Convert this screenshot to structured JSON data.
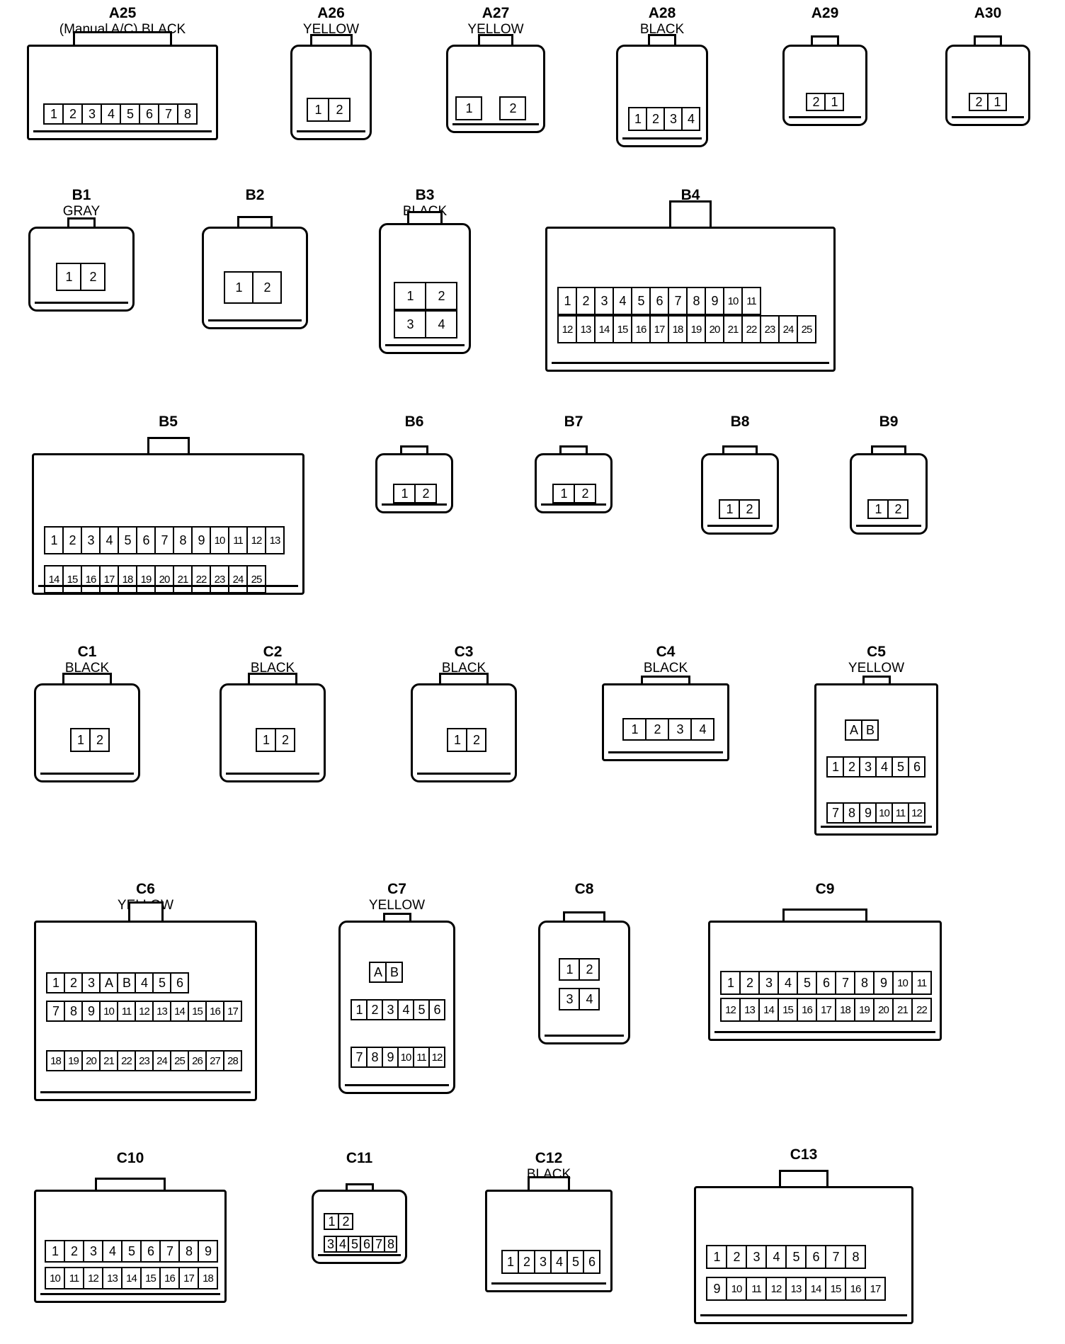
{
  "connectors": [
    {
      "id": "A25",
      "sub": "(Manual A/C)  BLACK",
      "rows": [
        [
          "1",
          "2",
          "3",
          "4",
          "5",
          "6",
          "7",
          "8"
        ]
      ]
    },
    {
      "id": "A26",
      "sub": "YELLOW",
      "rows": [
        [
          "1",
          "2"
        ]
      ]
    },
    {
      "id": "A27",
      "sub": "YELLOW",
      "rows": [
        [
          "1",
          "2"
        ]
      ]
    },
    {
      "id": "A28",
      "sub": "BLACK",
      "rows": [
        [
          "1",
          "2",
          "3",
          "4"
        ]
      ]
    },
    {
      "id": "A29",
      "sub": "",
      "rows": [
        [
          "2",
          "1"
        ]
      ]
    },
    {
      "id": "A30",
      "sub": "",
      "rows": [
        [
          "2",
          "1"
        ]
      ]
    },
    {
      "id": "B1",
      "sub": "GRAY",
      "rows": [
        [
          "1",
          "2"
        ]
      ]
    },
    {
      "id": "B2",
      "sub": "",
      "rows": [
        [
          "1",
          "2"
        ]
      ]
    },
    {
      "id": "B3",
      "sub": "BLACK",
      "rows": [
        [
          "1",
          "2"
        ],
        [
          "3",
          "4"
        ]
      ]
    },
    {
      "id": "B4",
      "sub": "",
      "rows": [
        [
          "1",
          "2",
          "3",
          "4",
          "5",
          "6",
          "7",
          "8",
          "9",
          "10",
          "11"
        ],
        [
          "12",
          "13",
          "14",
          "15",
          "16",
          "17",
          "18",
          "19",
          "20",
          "21",
          "22",
          "23",
          "24",
          "25"
        ]
      ]
    },
    {
      "id": "B5",
      "sub": "",
      "rows": [
        [
          "1",
          "2",
          "3",
          "4",
          "5",
          "6",
          "7",
          "8",
          "9",
          "10",
          "11",
          "12",
          "13"
        ],
        [
          "14",
          "15",
          "16",
          "17",
          "18",
          "19",
          "20",
          "21",
          "22",
          "23",
          "24",
          "25"
        ]
      ]
    },
    {
      "id": "B6",
      "sub": "",
      "rows": [
        [
          "1",
          "2"
        ]
      ]
    },
    {
      "id": "B7",
      "sub": "",
      "rows": [
        [
          "1",
          "2"
        ]
      ]
    },
    {
      "id": "B8",
      "sub": "",
      "rows": [
        [
          "1",
          "2"
        ]
      ]
    },
    {
      "id": "B9",
      "sub": "",
      "rows": [
        [
          "1",
          "2"
        ]
      ]
    },
    {
      "id": "C1",
      "sub": "BLACK",
      "rows": [
        [
          "1",
          "2"
        ]
      ]
    },
    {
      "id": "C2",
      "sub": "BLACK",
      "rows": [
        [
          "1",
          "2"
        ]
      ]
    },
    {
      "id": "C3",
      "sub": "BLACK",
      "rows": [
        [
          "1",
          "2"
        ]
      ]
    },
    {
      "id": "C4",
      "sub": "BLACK",
      "rows": [
        [
          "1",
          "2",
          "3",
          "4"
        ]
      ]
    },
    {
      "id": "C5",
      "sub": "YELLOW",
      "rows": [
        [
          "A",
          "B"
        ],
        [
          "1",
          "2",
          "3",
          "4",
          "5",
          "6"
        ],
        [
          "7",
          "8",
          "9",
          "10",
          "11",
          "12"
        ]
      ]
    },
    {
      "id": "C6",
      "sub": "YELLOW",
      "rows": [
        [
          "1",
          "2",
          "3",
          "A",
          "B",
          "4",
          "5",
          "6"
        ],
        [
          "7",
          "8",
          "9",
          "10",
          "11",
          "12",
          "13",
          "14",
          "15",
          "16",
          "17"
        ],
        [
          "18",
          "19",
          "20",
          "21",
          "22",
          "23",
          "24",
          "25",
          "26",
          "27",
          "28"
        ]
      ]
    },
    {
      "id": "C7",
      "sub": "YELLOW",
      "rows": [
        [
          "A",
          "B"
        ],
        [
          "1",
          "2",
          "3",
          "4",
          "5",
          "6"
        ],
        [
          "7",
          "8",
          "9",
          "10",
          "11",
          "12"
        ]
      ]
    },
    {
      "id": "C8",
      "sub": "",
      "rows": [
        [
          "1",
          "2"
        ],
        [
          "3",
          "4"
        ]
      ]
    },
    {
      "id": "C9",
      "sub": "",
      "rows": [
        [
          "1",
          "2",
          "3",
          "4",
          "5",
          "6",
          "7",
          "8",
          "9",
          "10",
          "11"
        ],
        [
          "12",
          "13",
          "14",
          "15",
          "16",
          "17",
          "18",
          "19",
          "20",
          "21",
          "22"
        ]
      ]
    },
    {
      "id": "C10",
      "sub": "",
      "rows": [
        [
          "1",
          "2",
          "3",
          "4",
          "5",
          "6",
          "7",
          "8",
          "9"
        ],
        [
          "10",
          "11",
          "12",
          "13",
          "14",
          "15",
          "16",
          "17",
          "18"
        ]
      ]
    },
    {
      "id": "C11",
      "sub": "",
      "rows": [
        [
          "1",
          "2"
        ],
        [
          "3",
          "4",
          "5",
          "6",
          "7",
          "8"
        ]
      ]
    },
    {
      "id": "C12",
      "sub": "BLACK",
      "rows": [
        [
          "1",
          "2",
          "3",
          "4",
          "5",
          "6"
        ]
      ]
    },
    {
      "id": "C13",
      "sub": "",
      "rows": [
        [
          "1",
          "2",
          "3",
          "4",
          "5",
          "6",
          "7",
          "8"
        ],
        [
          "9",
          "10",
          "11",
          "12",
          "13",
          "14",
          "15",
          "16",
          "17"
        ]
      ]
    }
  ]
}
